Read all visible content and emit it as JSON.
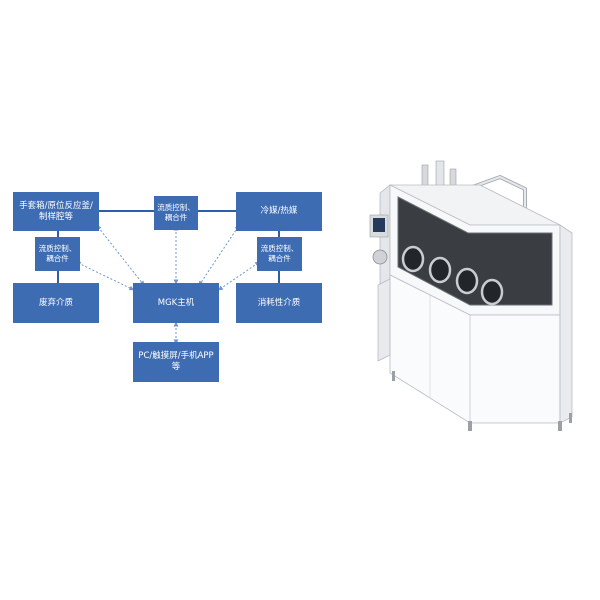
{
  "diagram": {
    "nodes": {
      "glovebox": "手套箱/原位反应釜/制样腔等",
      "flow_top": "流质控制、耦合件",
      "cold_heat": "冷媒/热媒",
      "flow_left": "流质控制、耦合件",
      "flow_right": "流质控制、耦合件",
      "waste": "废弃介质",
      "host": "MGK主机",
      "consumable": "消耗性介质",
      "pc": "PC/触摸屏/手机APP等"
    }
  },
  "colors": {
    "node_fill": "#3e6cb3",
    "solid_link": "#2f5da8",
    "dotted_link": "#6d97cf"
  },
  "illustration": {
    "description_icon": "glovebox-machine-image"
  }
}
